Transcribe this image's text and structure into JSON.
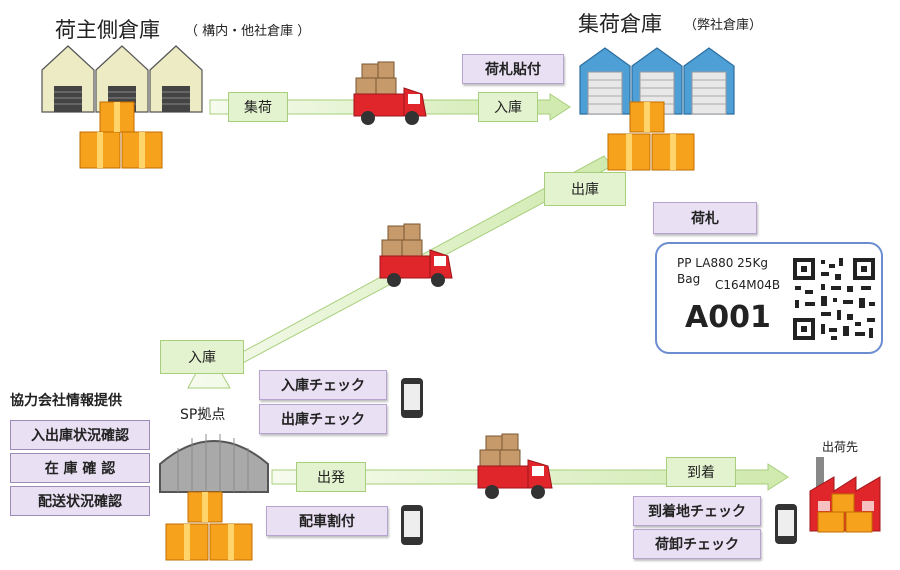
{
  "titles": {
    "shipper_warehouse": "荷主側倉庫",
    "shipper_warehouse_note": "（ 構内・他社倉庫 ）",
    "collection_warehouse": "集荷倉庫",
    "collection_warehouse_note": "（弊社倉庫）",
    "sp_base": "SP拠点",
    "destination": "出荷先"
  },
  "flows": {
    "collect": "集荷",
    "inbound1": "入庫",
    "outbound": "出庫",
    "inbound2": "入庫",
    "depart": "出発",
    "arrive": "到着"
  },
  "actions": {
    "tag_attach": "荷札貼付",
    "tag": "荷札",
    "inbound_check": "入庫チェック",
    "outbound_check": "出庫チェック",
    "dispatch_assign": "配車割付",
    "arrival_check": "到着地チェック",
    "unload_check": "荷卸チェック"
  },
  "partner": {
    "heading": "協力会社情報提供",
    "items": [
      "入出庫状況確認",
      "在 庫 確 認",
      "配送状況確認"
    ]
  },
  "shipping_label": {
    "line1": "PP LA880 25Kg",
    "line2": "Bag",
    "line3": "C164M04B",
    "code": "A001"
  },
  "colors": {
    "arrow_fill": "#e3f3cf",
    "arrow_stroke": "#a7cf7b",
    "action_fill": "#e9e0f3",
    "truck_red": "#e0262b",
    "box_orange": "#f6a21c",
    "shed_cream": "#ecebc3",
    "shed_blue": "#4d9fd6"
  }
}
